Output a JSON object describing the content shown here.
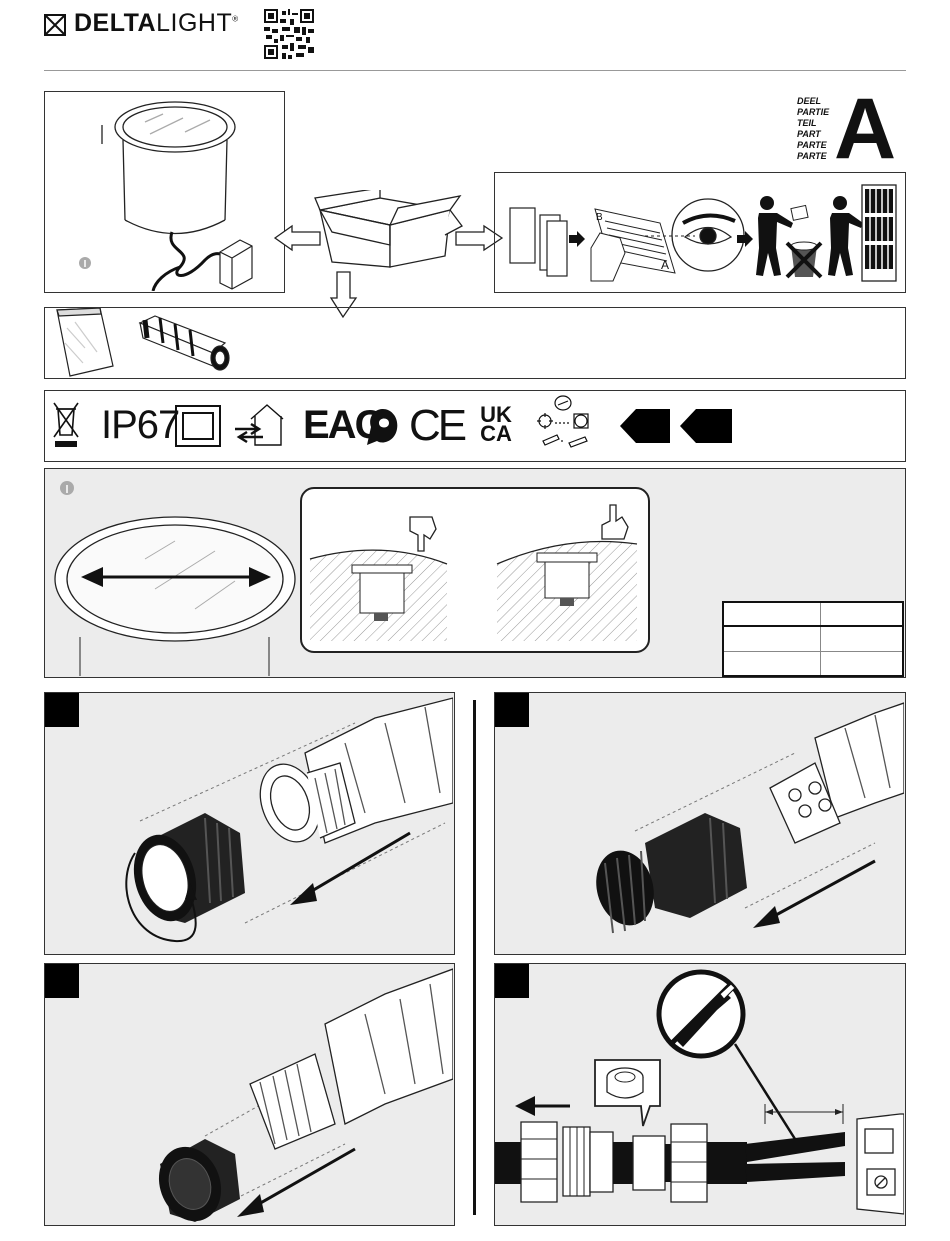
{
  "brand": {
    "name_bold": "DELTA",
    "name_light": "LIGHT",
    "registered": "®"
  },
  "part": {
    "words": [
      "DEEL",
      "PARTIE",
      "TEIL",
      "PART",
      "PARTE",
      "PARTE"
    ],
    "letter": "A"
  },
  "certifications": {
    "ip_rating": "IP67",
    "ce": "CE",
    "ukca_top": "UK",
    "ukca_bottom": "CA",
    "eac": "EAC"
  },
  "icons": [
    "weee-bin-icon",
    "class-2-double-square-icon",
    "house-swap-icon",
    "eac-mark-icon",
    "recycle-mark-icon",
    "ce-mark-icon",
    "ukca-mark-icon",
    "led-replace-icon",
    "black-arrow-left-icon"
  ],
  "colors": {
    "line": "#222222",
    "panel_bg": "#ececec",
    "accent": "#000000"
  }
}
